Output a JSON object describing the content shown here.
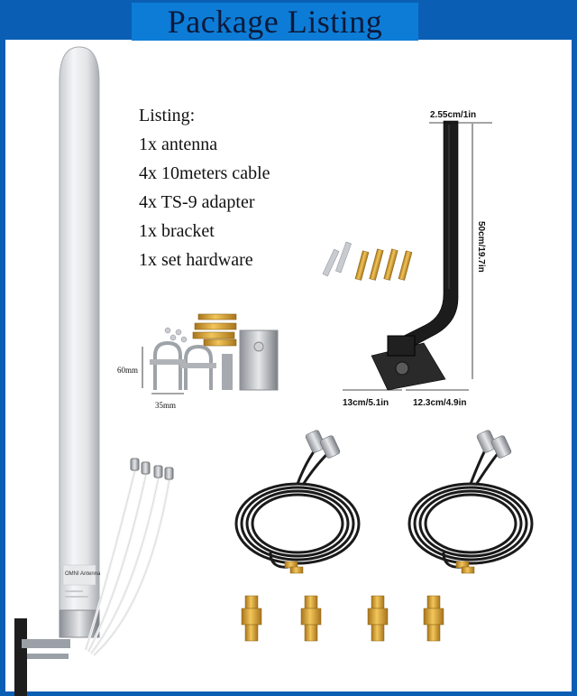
{
  "header": {
    "title": "Package Listing"
  },
  "listing": {
    "heading": "Listing:",
    "items": [
      "1x antenna",
      "4x 10meters cable",
      "4x TS-9 adapter",
      "1x bracket",
      "1x set hardware"
    ]
  },
  "antenna": {
    "label": "OMNI Antenna"
  },
  "bracket_dims": {
    "top": "2.55cm/1in",
    "height": "50cm/19.7in",
    "base_left": "13cm/5.1in",
    "base_right": "12.3cm/4.9in"
  },
  "ubolt_dims": {
    "height": "60mm",
    "width": "35mm"
  },
  "colors": {
    "border": "#0a5fb4",
    "title_bar": "#0d7cd6",
    "title_text": "#0d1a3a",
    "brass": "#d9a63a",
    "cable": "#1a1a1a"
  }
}
